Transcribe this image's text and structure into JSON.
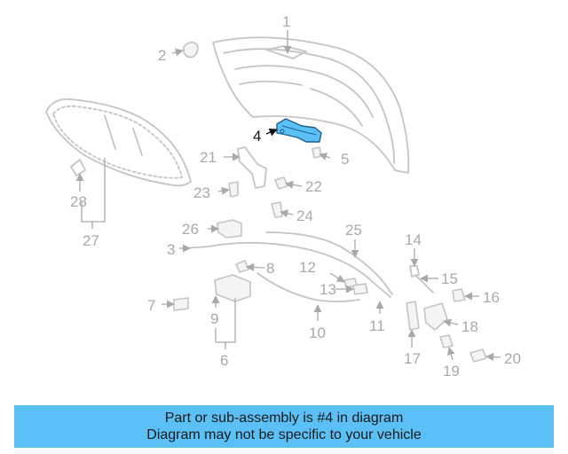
{
  "diagram": {
    "highlight_color": "#5bc0f5",
    "highlighted_part": "4",
    "callouts": [
      {
        "id": "c1",
        "text": "1"
      },
      {
        "id": "c2",
        "text": "2"
      },
      {
        "id": "c3",
        "text": "3"
      },
      {
        "id": "c4",
        "text": "4"
      },
      {
        "id": "c5",
        "text": "5"
      },
      {
        "id": "c6",
        "text": "6"
      },
      {
        "id": "c7",
        "text": "7"
      },
      {
        "id": "c8",
        "text": "8"
      },
      {
        "id": "c9",
        "text": "9"
      },
      {
        "id": "c10",
        "text": "10"
      },
      {
        "id": "c11",
        "text": "11"
      },
      {
        "id": "c12",
        "text": "12"
      },
      {
        "id": "c13",
        "text": "13"
      },
      {
        "id": "c14",
        "text": "14"
      },
      {
        "id": "c15",
        "text": "15"
      },
      {
        "id": "c16",
        "text": "16"
      },
      {
        "id": "c17",
        "text": "17"
      },
      {
        "id": "c18",
        "text": "18"
      },
      {
        "id": "c19",
        "text": "19"
      },
      {
        "id": "c20",
        "text": "20"
      },
      {
        "id": "c21",
        "text": "21"
      },
      {
        "id": "c22",
        "text": "22"
      },
      {
        "id": "c23",
        "text": "23"
      },
      {
        "id": "c24",
        "text": "24"
      },
      {
        "id": "c25",
        "text": "25"
      },
      {
        "id": "c26",
        "text": "26"
      },
      {
        "id": "c27",
        "text": "27"
      },
      {
        "id": "c28",
        "text": "28"
      }
    ]
  },
  "banner": {
    "line1": "Part or sub-assembly is #4 in diagram",
    "line2": "Diagram may not be specific to your vehicle",
    "background": "#5bc0f5"
  }
}
